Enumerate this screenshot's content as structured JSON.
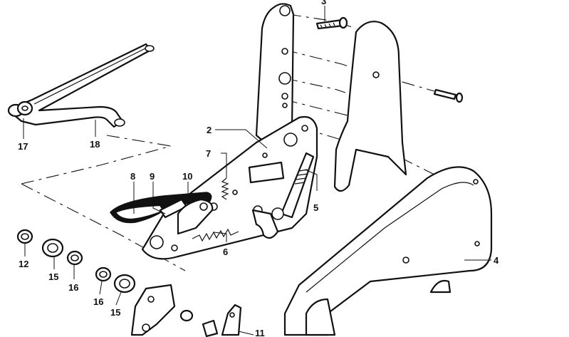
{
  "diagram": {
    "callouts": [
      {
        "id": "c2",
        "label": "2"
      },
      {
        "id": "c3",
        "label": "3"
      },
      {
        "id": "c4",
        "label": "4"
      },
      {
        "id": "c5",
        "label": "5"
      },
      {
        "id": "c6",
        "label": "6"
      },
      {
        "id": "c7",
        "label": "7"
      },
      {
        "id": "c8",
        "label": "8"
      },
      {
        "id": "c9",
        "label": "9"
      },
      {
        "id": "c10",
        "label": "10"
      },
      {
        "id": "c11",
        "label": "11"
      },
      {
        "id": "c12",
        "label": "12"
      },
      {
        "id": "c15a",
        "label": "15"
      },
      {
        "id": "c15b",
        "label": "15"
      },
      {
        "id": "c16a",
        "label": "16"
      },
      {
        "id": "c16b",
        "label": "16"
      },
      {
        "id": "c17",
        "label": "17"
      },
      {
        "id": "c18",
        "label": "18"
      }
    ]
  }
}
